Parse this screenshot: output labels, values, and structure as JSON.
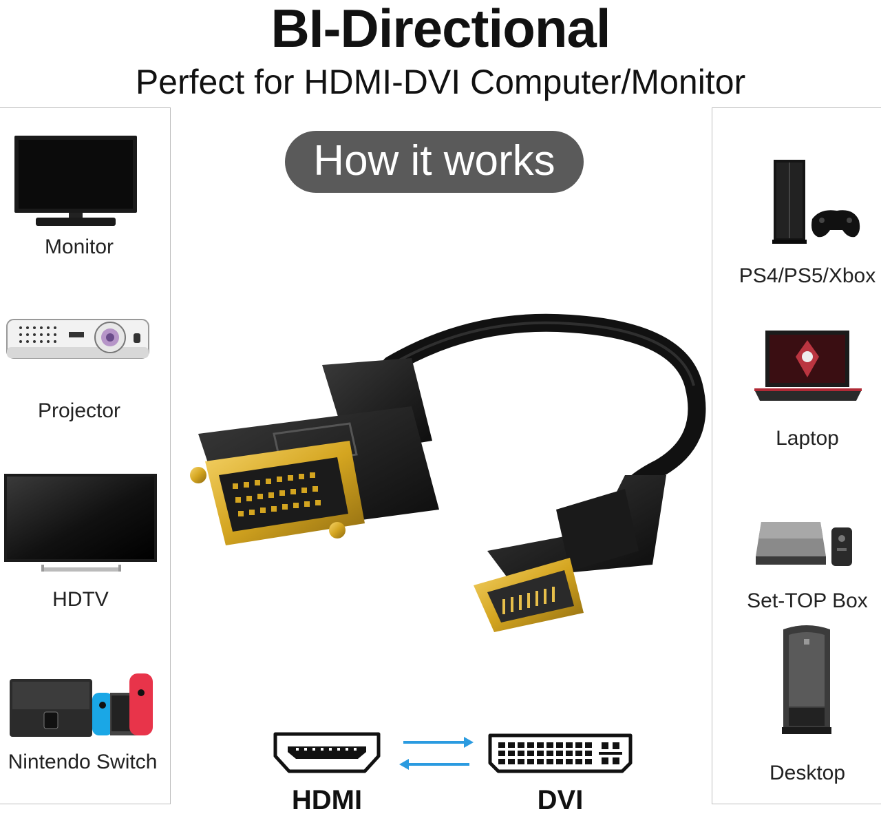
{
  "header": {
    "title": "BI-Directional",
    "subtitle": "Perfect for HDMI-DVI Computer/Monitor"
  },
  "center": {
    "badge": "How it works",
    "product": "hdmi-to-dvi-adapter-cable"
  },
  "left_panel": {
    "items": [
      {
        "label": "Monitor",
        "icon": "monitor-icon"
      },
      {
        "label": "Projector",
        "icon": "projector-icon"
      },
      {
        "label": "HDTV",
        "icon": "hdtv-icon"
      },
      {
        "label": "Nintendo Switch",
        "icon": "nintendo-switch-icon"
      }
    ]
  },
  "right_panel": {
    "items": [
      {
        "label": "PS4/PS5/Xbox",
        "icon": "game-console-icon"
      },
      {
        "label": "Laptop",
        "icon": "laptop-icon"
      },
      {
        "label": "Set-TOP Box",
        "icon": "set-top-box-icon"
      },
      {
        "label": "Desktop",
        "icon": "desktop-tower-icon"
      }
    ]
  },
  "ports": {
    "left_label": "HDMI",
    "right_label": "DVI"
  },
  "colors": {
    "badge_bg": "#5a5a5a",
    "arrow": "#2b9be0",
    "gold": "#d4a520"
  }
}
